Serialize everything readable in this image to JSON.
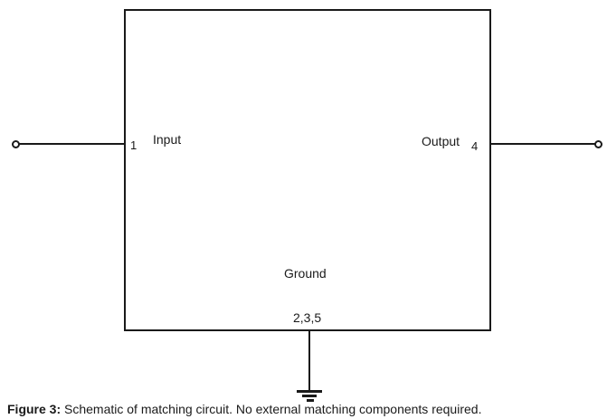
{
  "diagram": {
    "block_labels": {
      "input": "Input",
      "input_pin": "1",
      "output": "Output",
      "output_pin": "4",
      "ground": "Ground",
      "ground_pins": "2,3,5"
    },
    "caption": {
      "figure_label": "Figure 3:",
      "text": "Schematic of matching circuit. No external matching components required."
    },
    "colors": {
      "line": "#1a1a1a",
      "background": "#ffffff"
    }
  }
}
